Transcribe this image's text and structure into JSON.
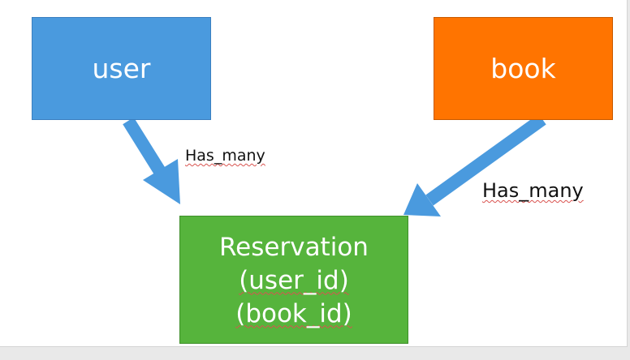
{
  "diagram": {
    "user_box": {
      "label": "user",
      "color": "#4a9ade"
    },
    "book_box": {
      "label": "book",
      "color": "#ff7400"
    },
    "reservation_box": {
      "title": "Reservation",
      "field1": "(user_id)",
      "field2": "(book_id)",
      "color": "#56b43c"
    },
    "arrow_color": "#4a9ade",
    "labels": {
      "user_to_reservation": "Has_many",
      "book_to_reservation": "Has_many"
    }
  }
}
